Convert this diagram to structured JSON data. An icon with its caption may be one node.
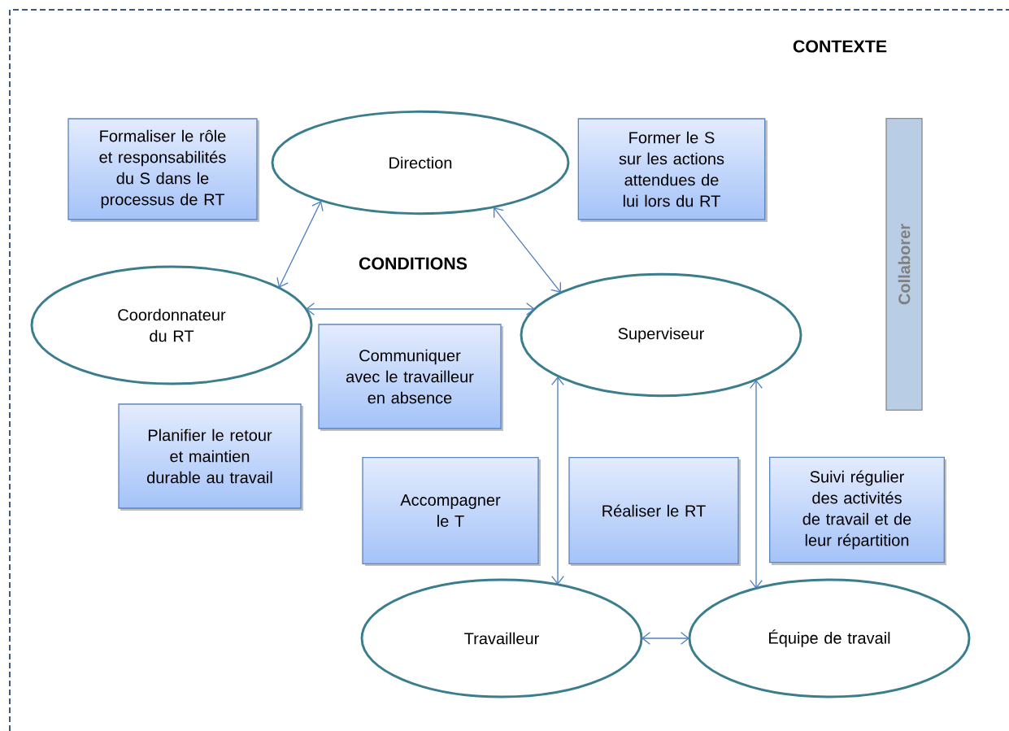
{
  "diagram": {
    "nodes": [
      {
        "text": [
          "CONTEXTE"
        ]
      },
      {
        "text": [
          "Formaliser le rôle et responsabilités du S dans le processus de RT"
        ],
        "in": 0
      },
      {
        "text": [
          "Direction"
        ],
        "in": 0
      },
      {
        "text": [
          "Former le S sur les actions attendues de lui lors du RT"
        ],
        "in": 0
      },
      {
        "text": [
          "Collaborer"
        ],
        "in": 0
      },
      {
        "text": [
          "Coordonnateur du RT"
        ],
        "in": 0
      },
      {
        "text": [
          "Superviseur"
        ],
        "in": 0
      },
      {
        "text": [
          "Communiquer avec le travailleur en absence"
        ],
        "in": 0
      },
      {
        "text": [
          "Planifier le retour et maintien durable au travail"
        ],
        "in": 0
      },
      {
        "text": [
          "Accompagner le T"
        ],
        "in": 0
      },
      {
        "text": [
          "Réaliser le RT"
        ],
        "in": 0
      },
      {
        "text": [
          "Suivi régulier des activités de travail et de leur répartition"
        ],
        "in": 0
      },
      {
        "text": [
          "Travailleur"
        ],
        "in": 0
      },
      {
        "text": [
          "Équipe de travail"
        ],
        "in": 0
      }
    ],
    "edges": [
      {
        "from": 2,
        "to": 5,
        "arrow": "both"
      },
      {
        "from": 2,
        "to": 6,
        "arrow": "both"
      },
      {
        "from": 5,
        "to": 6,
        "arrow": "both"
      },
      {
        "from": 6,
        "to": 12,
        "arrow": "both"
      },
      {
        "from": 6,
        "to": 13,
        "arrow": "both"
      },
      {
        "from": 12,
        "to": 13,
        "arrow": "both"
      }
    ],
    "labels": [
      "CONDITIONS"
    ]
  }
}
